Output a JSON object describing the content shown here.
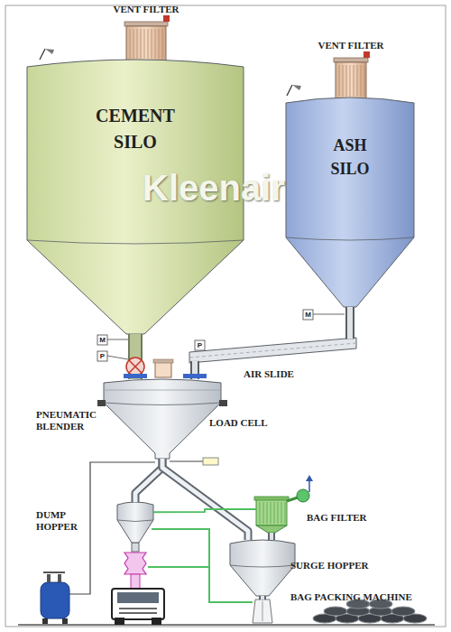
{
  "diagram": {
    "nodes": [
      {
        "text": [
          "VENT FILTER"
        ]
      },
      {
        "text": [
          "CEMENT SILO"
        ]
      },
      {
        "text": [
          "VENT FILTER"
        ]
      },
      {
        "text": [
          "ASH SILO"
        ]
      },
      {
        "text": [
          "AIR SLIDE"
        ]
      },
      {
        "text": [
          "PNEUMATIC BLENDER"
        ]
      },
      {
        "text": [
          "DUMP HOPPER"
        ]
      },
      {
        "text": [
          "BAG FILTER"
        ]
      },
      {
        "text": [
          "SURGE HOPPER"
        ]
      },
      {
        "text": [
          "BAG PACKING MACHINE"
        ]
      }
    ],
    "edges": [
      {
        "from": 1,
        "to": 5,
        "arrow": "none"
      },
      {
        "from": 3,
        "to": 4,
        "arrow": "none"
      },
      {
        "from": 4,
        "to": 5,
        "arrow": "none"
      },
      {
        "from": 5,
        "to": 6,
        "arrow": "none"
      },
      {
        "from": 5,
        "to": 8,
        "arrow": "none"
      },
      {
        "from": 7,
        "to": 8,
        "arrow": "none"
      },
      {
        "from": 8,
        "to": 9,
        "arrow": "none"
      },
      {
        "from": 6,
        "to": 7,
        "arrow": "none"
      }
    ],
    "labels": [
      "Kleenair",
      "M",
      "M",
      "P",
      "P",
      "LOAD CELL"
    ]
  }
}
